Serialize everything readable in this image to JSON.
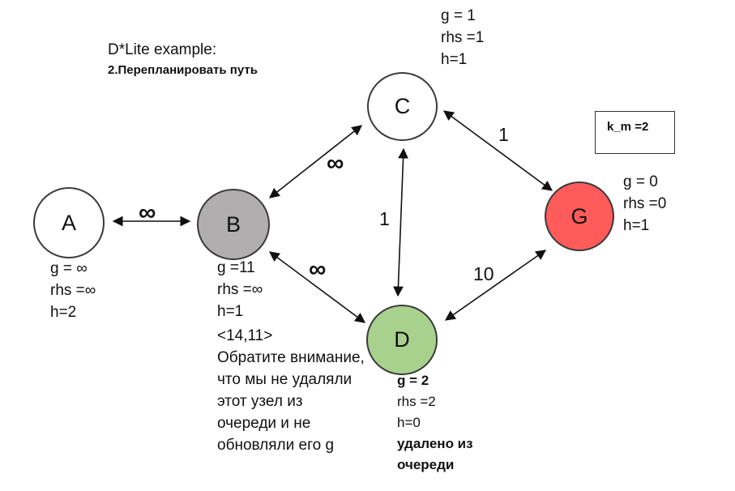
{
  "header": {
    "title": "D*Lite example:",
    "subtitle": "2.Перепланировать путь"
  },
  "km_box": {
    "text": "k_m =2"
  },
  "nodes": {
    "A": {
      "label": "A",
      "g": "g = ∞",
      "rhs": "rhs =∞",
      "h": "h=2",
      "color": "#ffffff"
    },
    "B": {
      "label": "B",
      "g": "g =11",
      "rhs": "rhs =∞",
      "h": "h=1",
      "key": "<14,11>",
      "note": [
        "Обратите внимание,",
        "что мы не удаляли",
        "этот узел из",
        "очереди и не",
        "обновляли его g"
      ],
      "color": "#b0aeae"
    },
    "C": {
      "label": "C",
      "g": "g = 1",
      "rhs": "rhs =1",
      "h": "h=1",
      "color": "#ffffff"
    },
    "D": {
      "label": "D",
      "g": "g = 2",
      "rhs": "rhs =2",
      "h": "h=0",
      "note": [
        "удалено из",
        "очереди"
      ],
      "color": "#a9d18e"
    },
    "G": {
      "label": "G",
      "g": "g = 0",
      "rhs": "rhs =0",
      "h": "h=1",
      "color": "#ff5b5b"
    }
  },
  "edges": [
    {
      "from": "A",
      "to": "B",
      "cost": "∞"
    },
    {
      "from": "B",
      "to": "C",
      "cost": "∞"
    },
    {
      "from": "B",
      "to": "D",
      "cost": "∞"
    },
    {
      "from": "C",
      "to": "D",
      "cost": "1"
    },
    {
      "from": "C",
      "to": "G",
      "cost": "1"
    },
    {
      "from": "D",
      "to": "G",
      "cost": "10"
    }
  ]
}
